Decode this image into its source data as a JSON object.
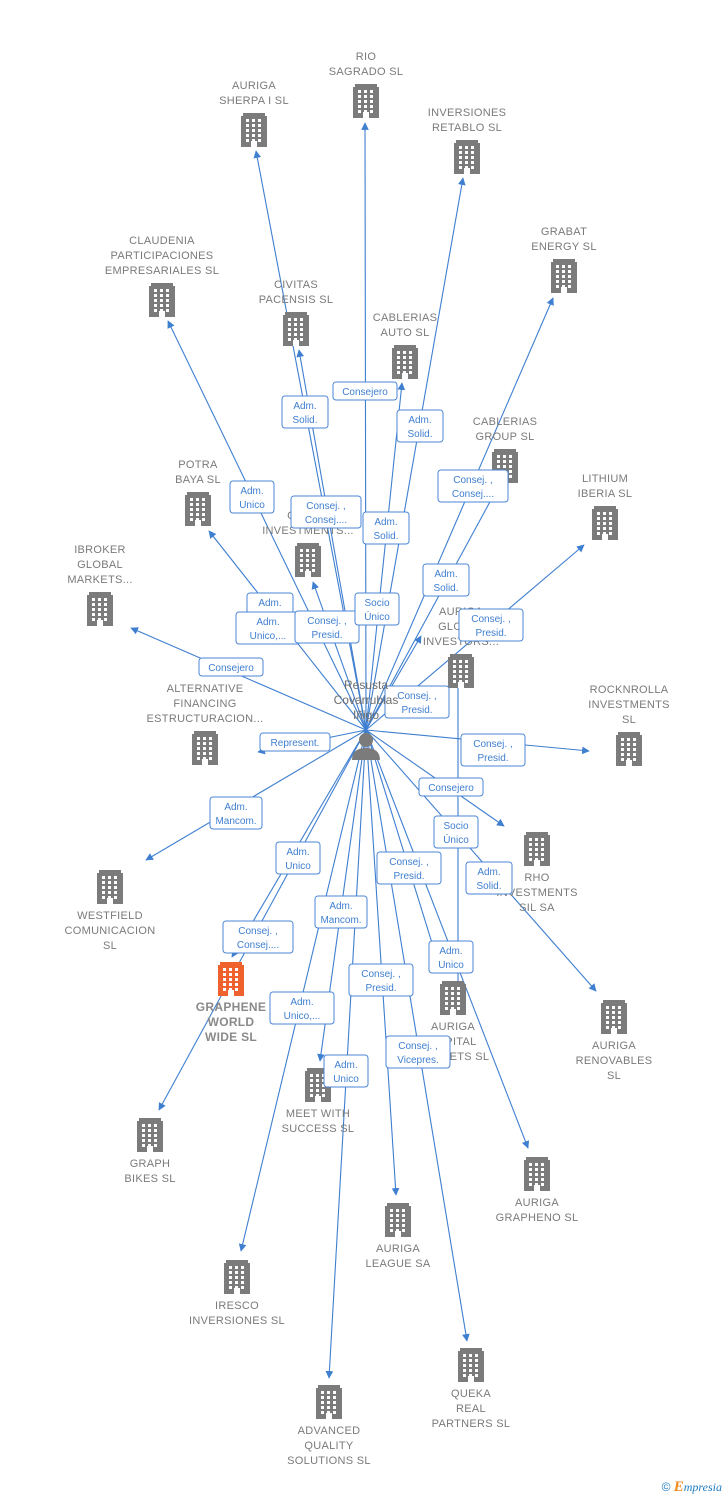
{
  "center": {
    "name_lines": [
      "Resusta",
      "Covarrubias",
      "Iñigo"
    ],
    "icon": "person-icon"
  },
  "companies": [
    {
      "id": "rio-sagrado",
      "lines": [
        "RIO",
        "SAGRADO  SL"
      ]
    },
    {
      "id": "auriga-sherpa",
      "lines": [
        "AURIGA",
        "SHERPA I  SL"
      ]
    },
    {
      "id": "inversiones-retablo",
      "lines": [
        "INVERSIONES",
        "RETABLO SL"
      ]
    },
    {
      "id": "grabat-energy",
      "lines": [
        "GRABAT",
        "ENERGY  SL"
      ]
    },
    {
      "id": "claudenia",
      "lines": [
        "CLAUDENIA",
        "PARTICIPACIONES",
        "EMPRESARIALES SL"
      ]
    },
    {
      "id": "civitas-pacensis",
      "lines": [
        "CIVITAS",
        "PACENSIS  SL"
      ]
    },
    {
      "id": "cablerias-auto",
      "lines": [
        "CABLERIAS",
        "AUTO SL"
      ]
    },
    {
      "id": "cablerias-group",
      "lines": [
        "CABLERIAS",
        "GROUP  SL"
      ]
    },
    {
      "id": "lithium-iberia",
      "lines": [
        "LITHIUM",
        "IBERIA  SL"
      ]
    },
    {
      "id": "potra-baya",
      "lines": [
        "POTRA",
        "BAYA  SL"
      ]
    },
    {
      "id": "nanocarbon",
      "lines": [
        "NANO",
        "CARB...",
        "INVESTMENTS..."
      ]
    },
    {
      "id": "ibroker",
      "lines": [
        "IBROKER",
        "GLOBAL",
        "MARKETS..."
      ]
    },
    {
      "id": "auriga-global",
      "lines": [
        "AURIGA",
        "GLOBAL",
        "INVESTORS..."
      ]
    },
    {
      "id": "alternative-financing",
      "lines": [
        "ALTERNATIVE",
        "FINANCING",
        "ESTRUCTURACION..."
      ]
    },
    {
      "id": "rocknrolla",
      "lines": [
        "ROCKNROLLA",
        "INVESTMENTS",
        "SL"
      ]
    },
    {
      "id": "westfield",
      "lines": [
        "WESTFIELD",
        "COMUNICACION",
        "SL"
      ]
    },
    {
      "id": "rho-investments",
      "lines": [
        "RHO",
        "INVESTMENTS",
        "SIL SA"
      ]
    },
    {
      "id": "graphene-world",
      "lines": [
        "GRAPHENE",
        "WORLD",
        "WIDE  SL"
      ],
      "highlight": true
    },
    {
      "id": "auriga-capital",
      "lines": [
        "AURIGA",
        "CAPITAL",
        "MARKETS  SL"
      ]
    },
    {
      "id": "auriga-renovables",
      "lines": [
        "AURIGA",
        "RENOVABLES",
        "SL"
      ]
    },
    {
      "id": "meet-with-success",
      "lines": [
        "MEET WITH",
        "SUCCESS  SL"
      ]
    },
    {
      "id": "graph-bikes",
      "lines": [
        "GRAPH",
        "BIKES  SL"
      ]
    },
    {
      "id": "auriga-grapheno",
      "lines": [
        "AURIGA",
        "GRAPHENO  SL"
      ]
    },
    {
      "id": "auriga-league",
      "lines": [
        "AURIGA",
        "LEAGUE SA"
      ]
    },
    {
      "id": "iresco",
      "lines": [
        "IRESCO",
        "INVERSIONES SL"
      ]
    },
    {
      "id": "queka-real",
      "lines": [
        "QUEKA",
        "REAL",
        "PARTNERS  SL"
      ]
    },
    {
      "id": "advanced-quality",
      "lines": [
        "ADVANCED",
        "QUALITY",
        "SOLUTIONS SL"
      ]
    }
  ],
  "relations": [
    {
      "to": "rio-sagrado",
      "lines": [
        "Consejero"
      ]
    },
    {
      "to": "auriga-sherpa",
      "lines": [
        "Adm.",
        "Solid."
      ]
    },
    {
      "to": "inversiones-retablo",
      "lines": [
        "Adm.",
        "Solid."
      ]
    },
    {
      "to": "grabat-energy",
      "lines": [
        "Consej. ,",
        "Consej...."
      ]
    },
    {
      "to": "claudenia",
      "lines": [
        "Adm.",
        "Unico"
      ]
    },
    {
      "to": "civitas-pacensis",
      "lines": [
        "Consej. ,",
        "Consej...."
      ]
    },
    {
      "to": "cablerias-auto",
      "lines": [
        "Adm.",
        "Solid."
      ]
    },
    {
      "to": "cablerias-group",
      "lines": [
        "Adm.",
        "Solid."
      ]
    },
    {
      "to": "lithium-iberia",
      "lines": [
        "Consej. ,",
        "Presid."
      ]
    },
    {
      "to": "potra-baya",
      "lines": [
        "Adm.",
        "Solid."
      ]
    },
    {
      "to": "nanocarbon",
      "lines": [
        "Adm.",
        "Unico,..."
      ]
    },
    {
      "to": "nanocarbon",
      "lines": [
        "Consej. ,",
        "Presid."
      ]
    },
    {
      "to": "auriga-global",
      "lines": [
        "Socio",
        "Único"
      ]
    },
    {
      "to": "ibroker",
      "lines": [
        "Consejero"
      ]
    },
    {
      "to": "alternative-financing",
      "lines": [
        "Represent."
      ]
    },
    {
      "to": "auriga-capital",
      "lines": [
        "Consej. ,",
        "Presid."
      ]
    },
    {
      "to": "rocknrolla",
      "lines": [
        "Consej. ,",
        "Presid."
      ]
    },
    {
      "to": "rho-investments",
      "lines": [
        "Consejero"
      ]
    },
    {
      "to": "rho-investments",
      "lines": [
        "Socio",
        "Único"
      ]
    },
    {
      "to": "westfield",
      "lines": [
        "Adm.",
        "Mancom."
      ]
    },
    {
      "to": "graph-bikes",
      "lines": [
        "Adm.",
        "Unico"
      ]
    },
    {
      "to": "graphene-world",
      "lines": [
        "Consej. ,",
        "Consej...."
      ]
    },
    {
      "to": "auriga-renovables",
      "lines": [
        "Adm.",
        "Solid."
      ]
    },
    {
      "to": "auriga-capital",
      "lines": [
        "Consej. ,",
        "Presid."
      ]
    },
    {
      "to": "meet-with-success",
      "lines": [
        "Adm.",
        "Mancom."
      ]
    },
    {
      "to": "auriga-grapheno",
      "lines": [
        "Adm.",
        "Unico"
      ]
    },
    {
      "to": "auriga-league",
      "lines": [
        "Consej. ,",
        "Presid."
      ]
    },
    {
      "to": "iresco",
      "lines": [
        "Adm.",
        "Unico,..."
      ]
    },
    {
      "to": "advanced-quality",
      "lines": [
        "Adm.",
        "Unico"
      ]
    },
    {
      "to": "queka-real",
      "lines": [
        "Consej. ,",
        "Vicepres."
      ]
    }
  ],
  "colors": {
    "edge": "#3f7fd0",
    "building": "#7b7b7b",
    "highlight": "#f0622d",
    "person": "#7b7b7b"
  },
  "footer": {
    "copyright": "©",
    "brand_initial": "E",
    "brand_rest": "mpresia"
  }
}
